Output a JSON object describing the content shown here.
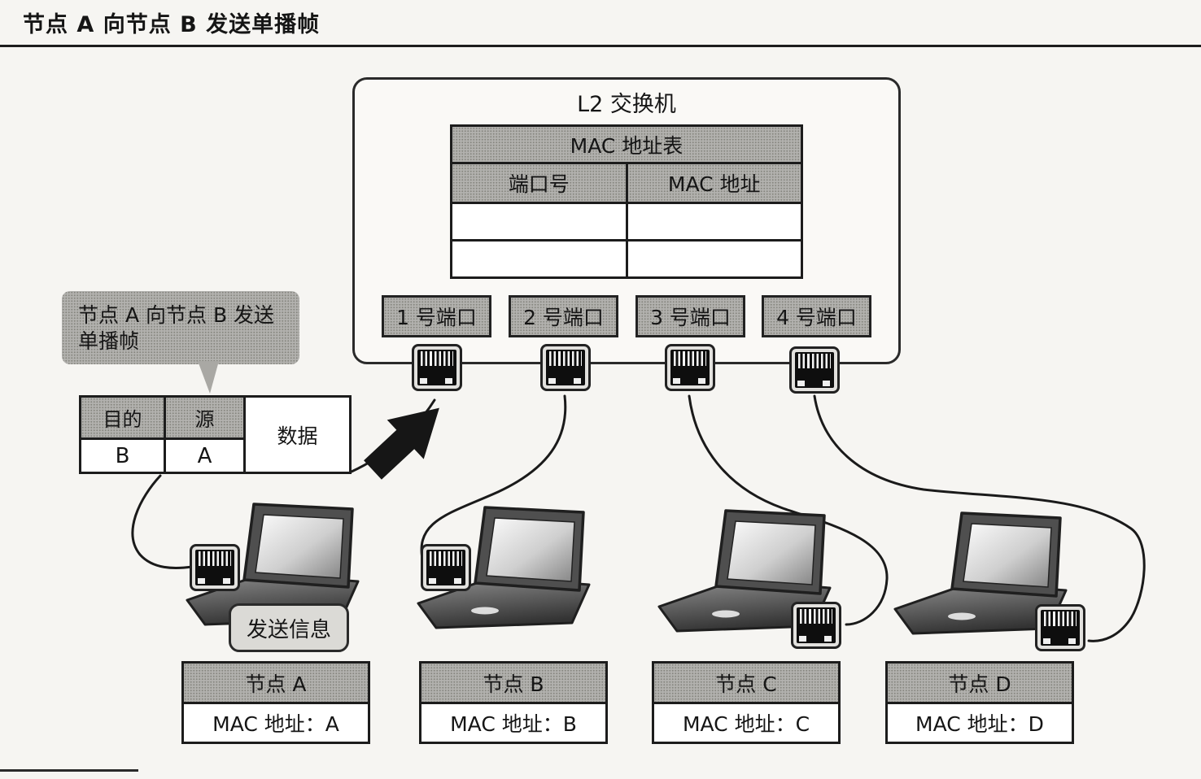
{
  "page": {
    "title": "节点 A 向节点 B 发送单播帧"
  },
  "switch": {
    "label": "L2 交换机",
    "mac_table": {
      "title": "MAC 地址表",
      "columns": [
        "端口号",
        "MAC 地址"
      ],
      "rows": [
        [
          "",
          ""
        ],
        [
          "",
          ""
        ]
      ]
    },
    "ports": [
      {
        "label": "1 号端口"
      },
      {
        "label": "2 号端口"
      },
      {
        "label": "3 号端口"
      },
      {
        "label": "4 号端口"
      }
    ]
  },
  "callout": {
    "line1": "节点 A 向节点 B 发送",
    "line2": "单播帧"
  },
  "frame": {
    "dest_header": "目的",
    "src_header": "源",
    "dest_value": "B",
    "src_value": "A",
    "data_label": "数据"
  },
  "send_label": "发送信息",
  "nodes": [
    {
      "name": "节点 A",
      "mac": "MAC 地址：A"
    },
    {
      "name": "节点 B",
      "mac": "MAC 地址：B"
    },
    {
      "name": "节点 C",
      "mac": "MAC 地址：C"
    },
    {
      "name": "节点 D",
      "mac": "MAC 地址：D"
    }
  ],
  "colors": {
    "halftone_gray": "#b2b1ae",
    "light_label_gray": "#dbdad6",
    "line_black": "#1c1c1c",
    "paper": "#f6f5f2"
  }
}
